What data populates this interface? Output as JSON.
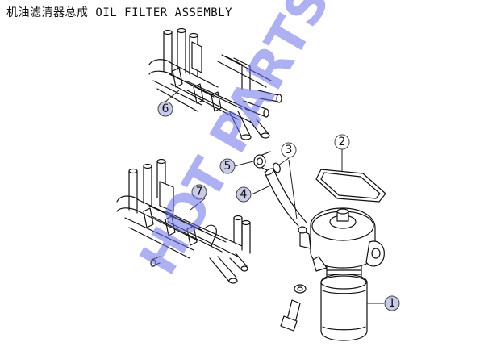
{
  "title": "机油滤清器总成 OIL FILTER ASSEMBLY",
  "watermark": "HOT PARTS",
  "callouts": [
    {
      "id": "callout-1",
      "label": "1"
    },
    {
      "id": "callout-2",
      "label": "2"
    },
    {
      "id": "callout-3",
      "label": "3"
    },
    {
      "id": "callout-4",
      "label": "4"
    },
    {
      "id": "callout-5",
      "label": "5"
    },
    {
      "id": "callout-6",
      "label": "6"
    },
    {
      "id": "callout-7",
      "label": "7"
    }
  ],
  "colors": {
    "watermark": "#6a6fe6",
    "callout_fill": "#c9cce8"
  }
}
